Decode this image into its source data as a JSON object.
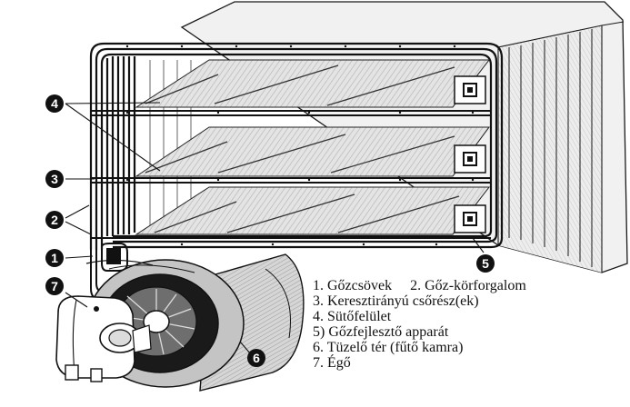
{
  "callouts": [
    "4",
    "3",
    "2",
    "1",
    "7",
    "5",
    "6"
  ],
  "legend": {
    "row1_a": "1. Gőzcsövek",
    "row1_b": "2. Gőz-körforgalom",
    "row2": "3. Keresztirányú csőrész(ek)",
    "row3": "4. Sütőfelület",
    "row4": "5) Gőzfejlesztő apparát",
    "row5": "6. Tüzelő tér (fűtő kamra)",
    "row6": "7. Égő"
  }
}
